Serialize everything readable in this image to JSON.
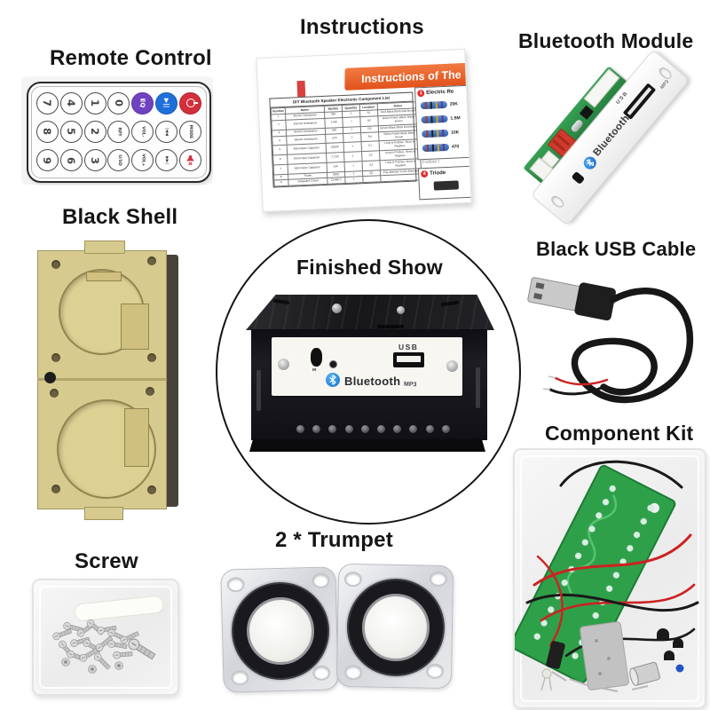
{
  "labels": {
    "remote_control": "Remote Control",
    "instructions": "Instructions",
    "bluetooth_module": "Bluetooth Module",
    "black_shell": "Black Shell",
    "finished_show": "Finished Show",
    "usb_cable": "Black USB Cable",
    "component_kit": "Component Kit",
    "screw": "Screw",
    "trumpet": "2 * Trumpet"
  },
  "remote": {
    "rows": [
      [
        {
          "label": "7"
        },
        {
          "label": "4"
        },
        {
          "label": "1"
        },
        {
          "label": "0"
        },
        {
          "label": "EQ",
          "bg": "purple",
          "fg": "white"
        },
        {
          "icon": "play-pause-icon",
          "glyph": "▶||",
          "bg": "blue",
          "fg": "white"
        },
        {
          "icon": "power-icon",
          "bg": "red"
        }
      ],
      [
        {
          "label": "8"
        },
        {
          "label": "5"
        },
        {
          "label": "2"
        },
        {
          "label": "RPT",
          "small": true
        },
        {
          "label": "VOL-",
          "small": true
        },
        {
          "icon": "prev-icon",
          "glyph": "|◀◀",
          "small": true
        },
        {
          "label": "MODE",
          "small": true
        }
      ],
      [
        {
          "label": "9"
        },
        {
          "label": "6"
        },
        {
          "label": "3"
        },
        {
          "label": "U/SD",
          "small": true
        },
        {
          "label": "VOL+",
          "small": true
        },
        {
          "icon": "next-icon",
          "glyph": "▶▶|",
          "small": true
        },
        {
          "icon": "mute-icon"
        }
      ]
    ]
  },
  "instructions": {
    "banner": "Instructions of The",
    "table_title": "DIY Bluetooth Speaker Electronic Component List",
    "headers": [
      "Number",
      "Name",
      "Models",
      "Quantity",
      "Location",
      "Notes"
    ],
    "rows": [
      [
        "1",
        "Electric Resistance",
        "20K",
        "1",
        "R1",
        "Red Black Black Red Brown"
      ],
      [
        "2",
        "Electric Resistance",
        "1.5M",
        "1",
        "R2",
        "Brown Green Black Yellow Brown"
      ],
      [
        "3",
        "Electric Resistance",
        "10K",
        "1",
        "R3",
        "Brown Black Black Red Brown"
      ],
      [
        "4",
        "Electric Resistance",
        "470",
        "1",
        "R4",
        "Yellow Purple Black Black Brown"
      ],
      [
        "5",
        "Electrolytic Capacitor",
        "100UF",
        "1",
        "C1",
        "Long is Positive, Short is Negative"
      ],
      [
        "6",
        "Electrolytic Capacitor",
        "2.2UF",
        "1",
        "C2",
        "Long is Positive, Short is Negative"
      ],
      [
        "7",
        "Electrolytic Capacitor",
        "1UF",
        "1",
        "C3",
        "Long is Positive, Short is Negative"
      ],
      [
        "8",
        "Triode",
        "9018",
        "1",
        "Q1",
        "Pay attention to the direction"
      ],
      [
        "9",
        "Integrated Circuit",
        "CD4017",
        "1",
        "",
        ""
      ]
    ],
    "side": {
      "section1_number": "1",
      "section1_title": "Electric Re",
      "resistor_values": [
        "20K",
        "1.5M",
        "10K",
        "470"
      ],
      "follow_note": "- Follow t",
      "section4_number": "4",
      "section4_title": "Triode"
    }
  },
  "bluetooth_module": {
    "bluetooth_text": "Bluetooth",
    "usb_text": "USB",
    "mp3_text": "MP3"
  },
  "finished_box": {
    "ir_label": "IR",
    "bluetooth_text": "Bluetooth",
    "mp3_text": "MP3",
    "usb_label": "USB"
  },
  "colors": {
    "accent_orange": "#e2521c",
    "bluetooth_blue": "#1f8fe8",
    "pcb_green": "#2fa04a",
    "remote_purple": "#6f42c1",
    "remote_blue": "#1e6fd9",
    "remote_red": "#d3303c",
    "shell_tan": "#d7ca8e"
  }
}
